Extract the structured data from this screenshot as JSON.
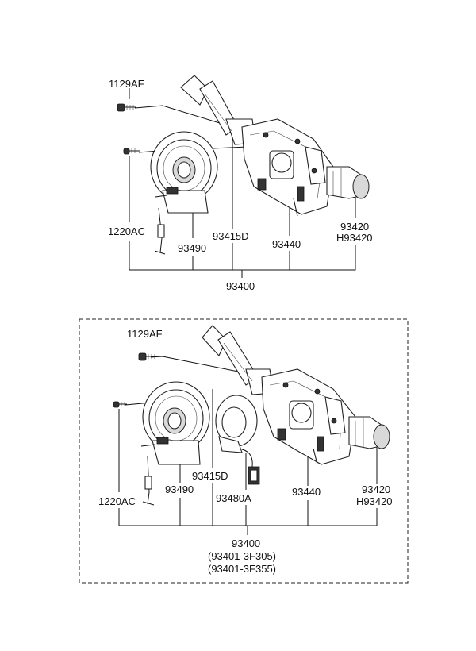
{
  "top": {
    "labels": {
      "screw_top": "1129AF",
      "screw_left": "1220AC",
      "clock_spring": "93490",
      "wiper_switch": "93415D",
      "lighting_switch": "93440",
      "part_93420": "93420",
      "part_h93420": "H93420",
      "assembly": "93400"
    }
  },
  "bottom": {
    "labels": {
      "screw_top": "1129AF",
      "screw_left": "1220AC",
      "clock_spring": "93490",
      "wiper_switch": "93415D",
      "sensor": "93480A",
      "lighting_switch": "93440",
      "part_93420": "93420",
      "part_h93420": "H93420",
      "assembly": "93400",
      "assembly_alt1": "(93401-3F305)",
      "assembly_alt2": "(93401-3F355)"
    }
  }
}
